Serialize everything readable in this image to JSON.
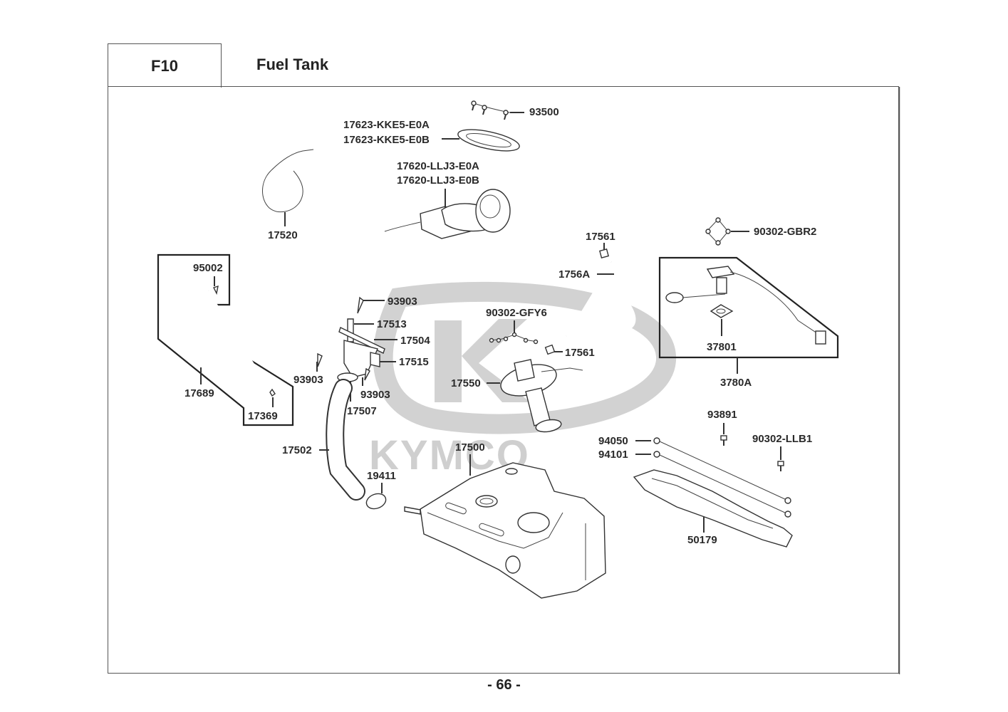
{
  "header": {
    "section_code": "F10",
    "title": "Fuel Tank"
  },
  "watermark": {
    "brand_text": "KYMCO"
  },
  "parts": [
    {
      "id": "p-93500",
      "label": "93500",
      "name": "screw-set"
    },
    {
      "id": "p-17623a",
      "label": "17623-KKE5-E0A",
      "name": "fuel-cap-ring"
    },
    {
      "id": "p-17623b",
      "label": "17623-KKE5-E0B",
      "name": "fuel-cap-ring"
    },
    {
      "id": "p-17620a",
      "label": "17620-LLJ3-E0A",
      "name": "fuel-cap-assembly"
    },
    {
      "id": "p-17620b",
      "label": "17620-LLJ3-E0B",
      "name": "fuel-cap-assembly"
    },
    {
      "id": "p-17520",
      "label": "17520",
      "name": "fuel-cap-cable"
    },
    {
      "id": "p-17561-top",
      "label": "17561",
      "name": "hose-clip"
    },
    {
      "id": "p-1756a",
      "label": "1756A",
      "name": "fuel-hose"
    },
    {
      "id": "p-90302-gbr2",
      "label": "90302-GBR2",
      "name": "screw-set"
    },
    {
      "id": "p-95002",
      "label": "95002",
      "name": "clip"
    },
    {
      "id": "p-17689",
      "label": "17689",
      "name": "drain-tube"
    },
    {
      "id": "p-17369",
      "label": "17369",
      "name": "clip"
    },
    {
      "id": "p-93903-top",
      "label": "93903",
      "name": "screw"
    },
    {
      "id": "p-17513",
      "label": "17513",
      "name": "bracket"
    },
    {
      "id": "p-17504",
      "label": "17504",
      "name": "filler-neck"
    },
    {
      "id": "p-17515",
      "label": "17515",
      "name": "bracket"
    },
    {
      "id": "p-93903-left",
      "label": "93903",
      "name": "screw"
    },
    {
      "id": "p-93903-right",
      "label": "93903",
      "name": "screw"
    },
    {
      "id": "p-17507",
      "label": "17507",
      "name": "band"
    },
    {
      "id": "p-90302-gfy6",
      "label": "90302-GFY6",
      "name": "screw-set"
    },
    {
      "id": "p-17561-mid",
      "label": "17561",
      "name": "hose-clip"
    },
    {
      "id": "p-17550",
      "label": "17550",
      "name": "fuel-pump"
    },
    {
      "id": "p-37801",
      "label": "37801",
      "name": "gasket"
    },
    {
      "id": "p-3780a",
      "label": "3780A",
      "name": "fuel-level-sensor-assembly"
    },
    {
      "id": "p-17502",
      "label": "17502",
      "name": "filler-hose"
    },
    {
      "id": "p-17500",
      "label": "17500",
      "name": "fuel-tank"
    },
    {
      "id": "p-19411",
      "label": "19411",
      "name": "hose-clamp"
    },
    {
      "id": "p-93891",
      "label": "93891",
      "name": "bolt"
    },
    {
      "id": "p-94050",
      "label": "94050",
      "name": "nut"
    },
    {
      "id": "p-94101",
      "label": "94101",
      "name": "washer"
    },
    {
      "id": "p-90302-llb1",
      "label": "90302-LLB1",
      "name": "bolt"
    },
    {
      "id": "p-50179",
      "label": "50179",
      "name": "tank-bracket"
    }
  ],
  "footer": {
    "page_number": "- 66 -"
  }
}
